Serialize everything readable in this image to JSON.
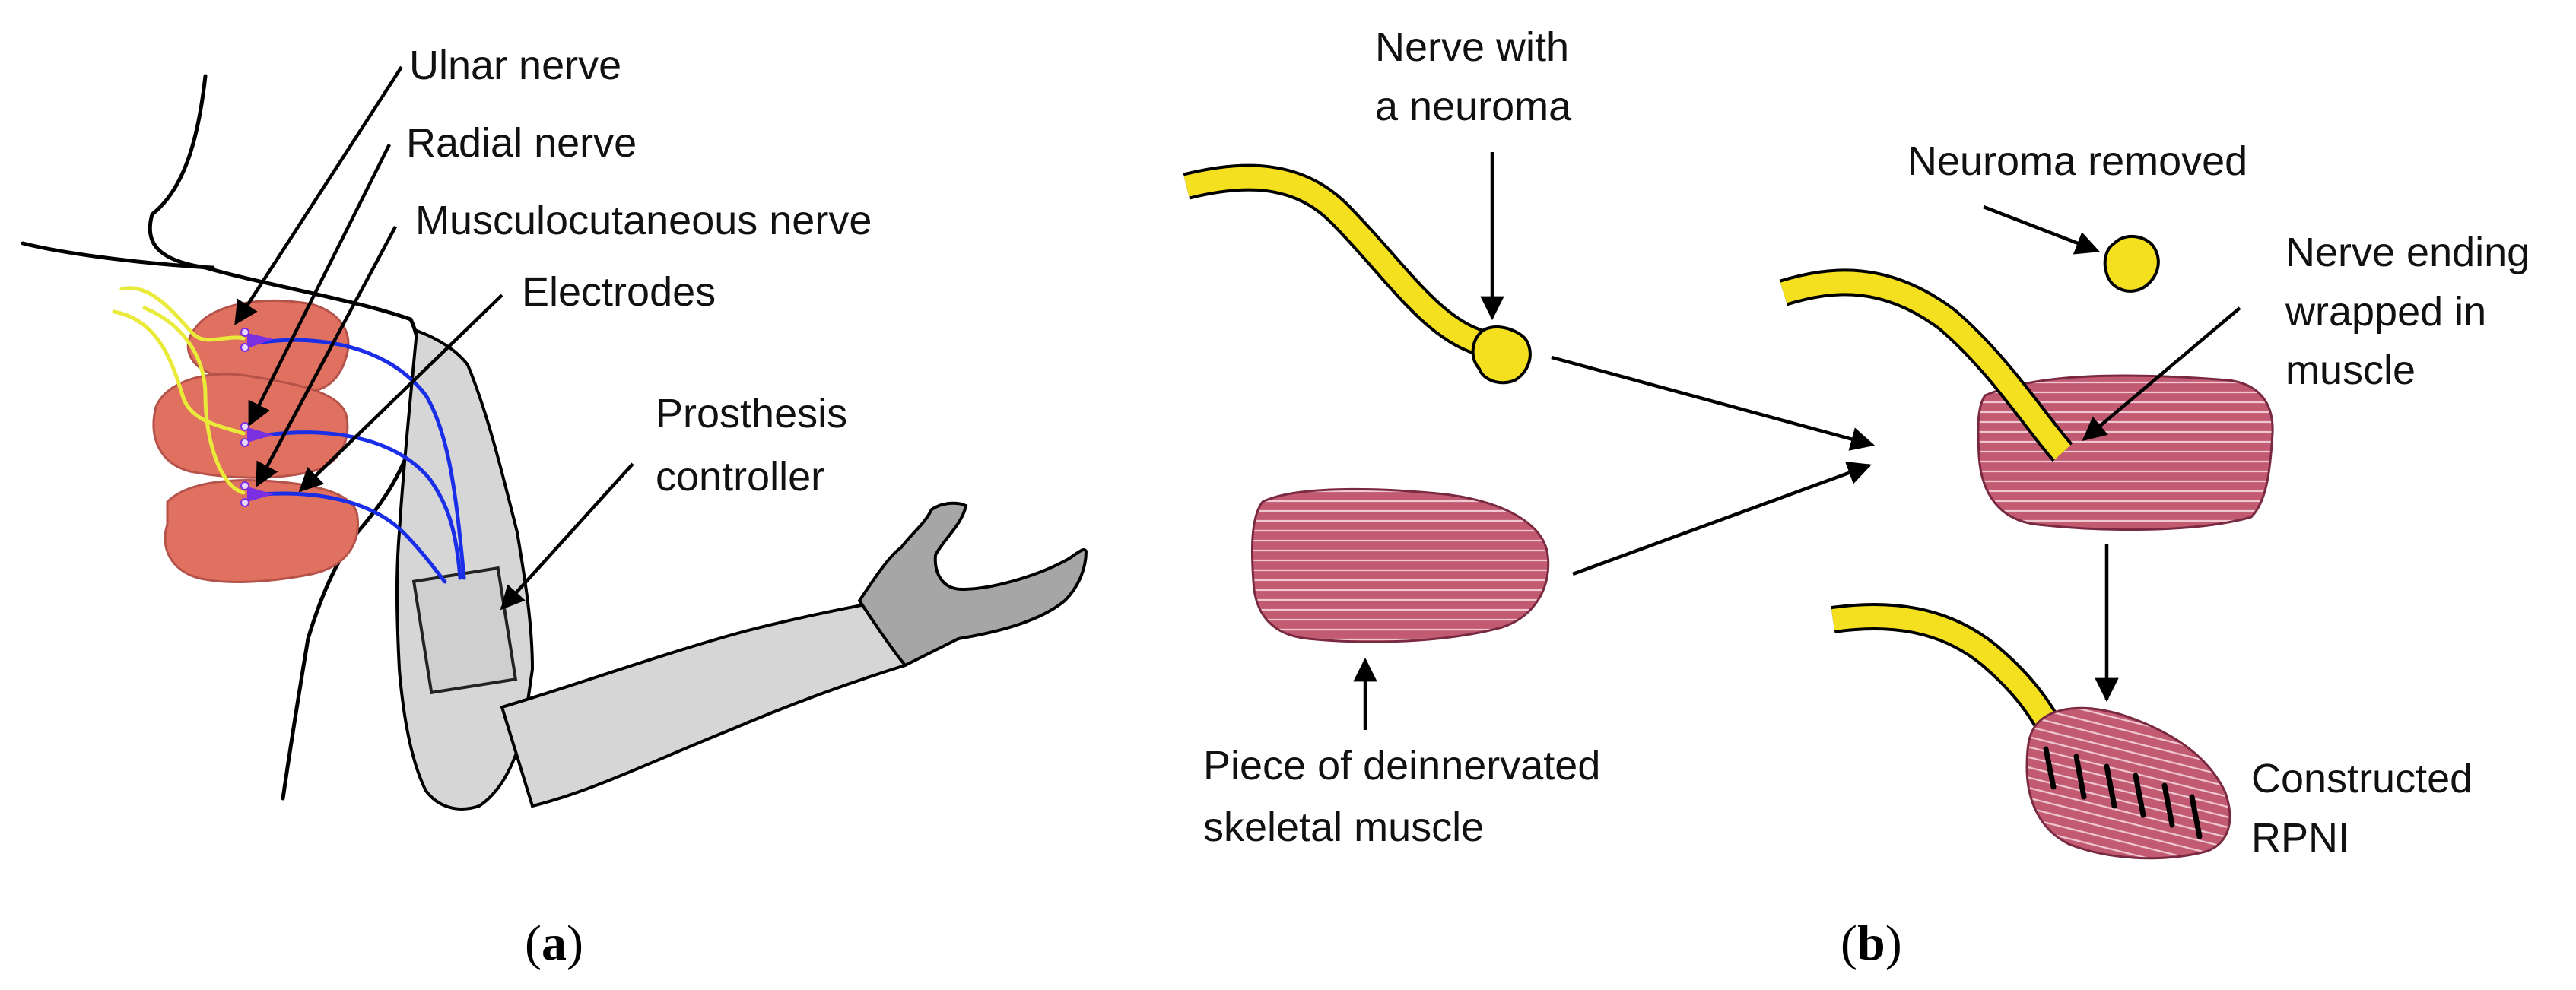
{
  "panel_a": {
    "labels": {
      "ulnar": "Ulnar nerve",
      "radial": "Radial nerve",
      "musculo": "Musculocutaneous nerve",
      "electrodes": "Electrodes",
      "prosthesis_line1": "Prosthesis",
      "prosthesis_line2": "controller"
    },
    "caption": {
      "open": "(",
      "letter": "a",
      "close": ")"
    }
  },
  "panel_b": {
    "labels": {
      "nerve_line1": "Nerve with",
      "nerve_line2": "a neuroma",
      "neuroma_removed": "Neuroma removed",
      "ending_line1": "Nerve ending",
      "ending_line2": "wrapped in",
      "ending_line3": "muscle",
      "piece_line1": "Piece of deinnervated",
      "piece_line2": "skeletal muscle",
      "constructed_line1": "Constructed",
      "constructed_line2": "RPNI"
    },
    "caption": {
      "open": "(",
      "letter": "b",
      "close": ")"
    }
  },
  "colors": {
    "muscle_flap": "#e07060",
    "nerve_yellow": "#f5e020",
    "electrode_wire": "#1a2ee8",
    "prosthesis_gray": "#d6d6d6",
    "muscle_pink": "#c25a72"
  }
}
